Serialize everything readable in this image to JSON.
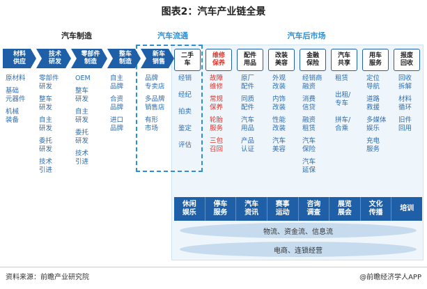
{
  "title": "图表2：汽车产业链全景",
  "sections": {
    "manufacturing": "汽车制造",
    "distribution": "汽车流通",
    "aftermarket": "汽车后市场"
  },
  "chain": [
    "材料\n供应",
    "技术\n研发",
    "零部件\n制造",
    "整车\n制造",
    "新车\n销售"
  ],
  "columns": {
    "materials": [
      "原材料",
      "基础\n元器件",
      "机械\n装备"
    ],
    "tech": [
      "零部件\n研发",
      "整车\n研发",
      "自主\n研发",
      "委托\n研发",
      "技术\n引进"
    ],
    "parts": [
      "OEM",
      "整车\n研发",
      "自主\n研发",
      "委托\n研发",
      "技术\n引进"
    ],
    "vehicle": [
      "自主\n品牌",
      "合资\n品牌",
      "进口\n品牌"
    ],
    "sales": [
      "品牌\n专卖店",
      "多品牌\n销售店",
      "有形\n市场"
    ]
  },
  "after_headers": [
    "二手\n车",
    "维修\n保养",
    "配件\n用品",
    "改装\n美容",
    "金融\n保险",
    "汽车\n共享",
    "用车\n服务",
    "报废\n回收"
  ],
  "after_columns": {
    "used": [
      "经销",
      "经纪",
      "拍卖",
      "鉴定",
      "评估"
    ],
    "repair": [
      "故障\n维修",
      "常规\n保养",
      "轮胎\n服务",
      "三包\n召回"
    ],
    "accessories": [
      "原厂\n配件",
      "同质\n配件",
      "汽车\n用品",
      "产品\n认证"
    ],
    "modify": [
      "外观\n改装",
      "内饰\n改装",
      "性能\n改装",
      "汽车\n美容"
    ],
    "finance": [
      "经销商\n融资",
      "消费\n信贷",
      "融资\n租赁",
      "汽车\n保险",
      "汽车\n延保"
    ],
    "share": [
      "租赁",
      "出租/\n专车",
      "拼车/\n合乘"
    ],
    "service": [
      "定位\n导航",
      "道路\n救援",
      "多媒体\n娱乐",
      "充电\n服务"
    ],
    "scrap": [
      "回收\n拆解",
      "材料\n循环",
      "旧件\n回用"
    ]
  },
  "bar_row": [
    "休闲\n娱乐",
    "停车\n服务",
    "汽车\n资讯",
    "赛事\n运动",
    "咨询\n调查",
    "展览\n展会",
    "文化\n传播",
    "培训"
  ],
  "ellipse1": "物流、资金流、信息流",
  "ellipse2": "电商、连锁经营",
  "footer_left": "资料来源：前瞻产业研究院",
  "footer_right": "@前瞻经济学人APP",
  "colors": {
    "primary": "#1f5fa8",
    "accent": "#2b8fd6",
    "highlight": "#e0342b"
  }
}
